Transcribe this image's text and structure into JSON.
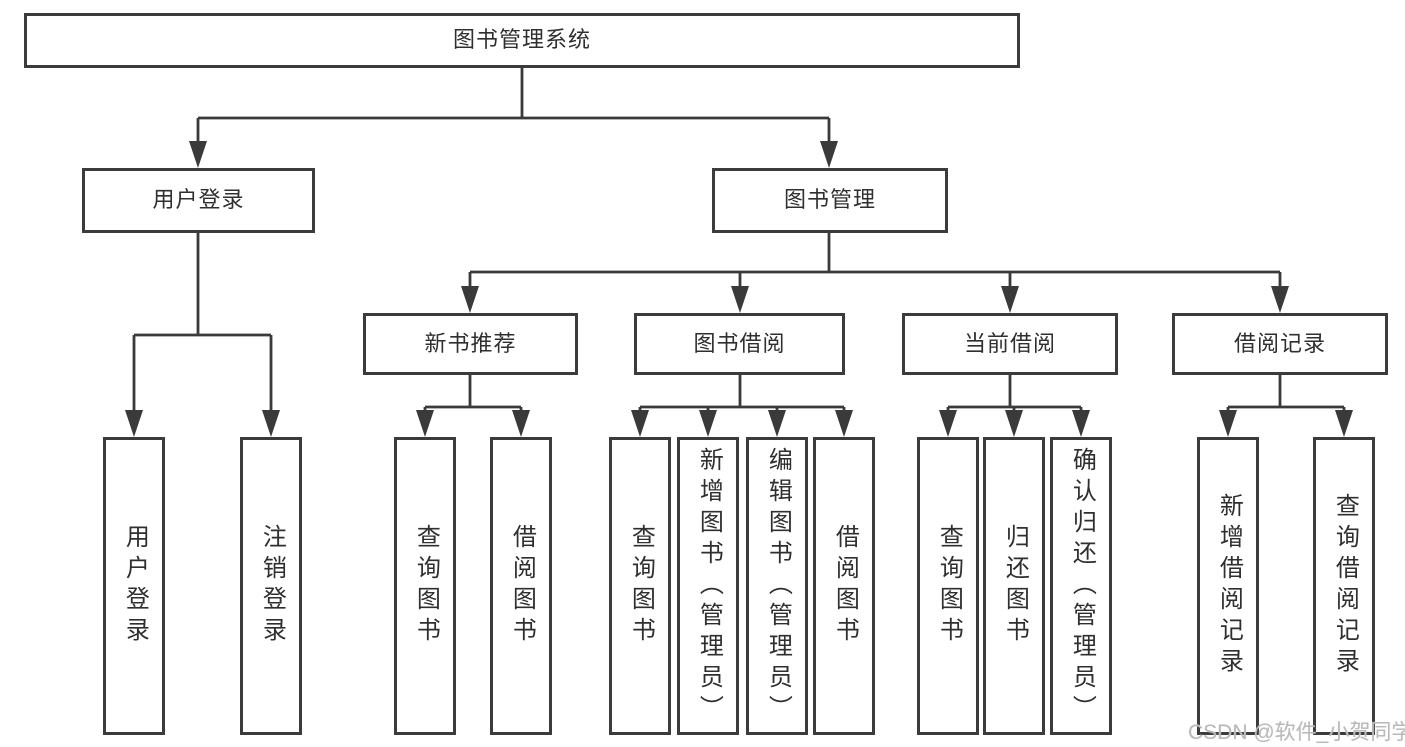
{
  "diagram": {
    "title": "图书管理系统",
    "level2": [
      {
        "label": "用户登录",
        "parent": "图书管理系统"
      },
      {
        "label": "图书管理",
        "parent": "图书管理系统"
      }
    ],
    "level3": [
      {
        "label": "新书推荐",
        "parent": "图书管理"
      },
      {
        "label": "图书借阅",
        "parent": "图书管理"
      },
      {
        "label": "当前借阅",
        "parent": "图书管理"
      },
      {
        "label": "借阅记录",
        "parent": "图书管理"
      }
    ],
    "level4": [
      {
        "label": "用户登录",
        "parent": "用户登录"
      },
      {
        "label": "注销登录",
        "parent": "用户登录"
      },
      {
        "label": "查询图书",
        "parent": "新书推荐"
      },
      {
        "label": "借阅图书",
        "parent": "新书推荐"
      },
      {
        "label": "查询图书",
        "parent": "图书借阅"
      },
      {
        "label": "新增图书（管理员）",
        "parent": "图书借阅"
      },
      {
        "label": "编辑图书（管理员）",
        "parent": "图书借阅"
      },
      {
        "label": "借阅图书",
        "parent": "图书借阅"
      },
      {
        "label": "查询图书",
        "parent": "当前借阅"
      },
      {
        "label": "归还图书",
        "parent": "当前借阅"
      },
      {
        "label": "确认归还（管理员）",
        "parent": "当前借阅"
      },
      {
        "label": "新增借阅记录",
        "parent": "借阅记录"
      },
      {
        "label": "查询借阅记录",
        "parent": "借阅记录"
      }
    ],
    "watermark": "CSDN @软件_小贺同学",
    "colors": {
      "line": "#3a3a3a",
      "box_border": "#3b3b3b",
      "text": "#2f2f2f",
      "background": "#ffffff",
      "watermark": "#b9b9b9"
    }
  }
}
